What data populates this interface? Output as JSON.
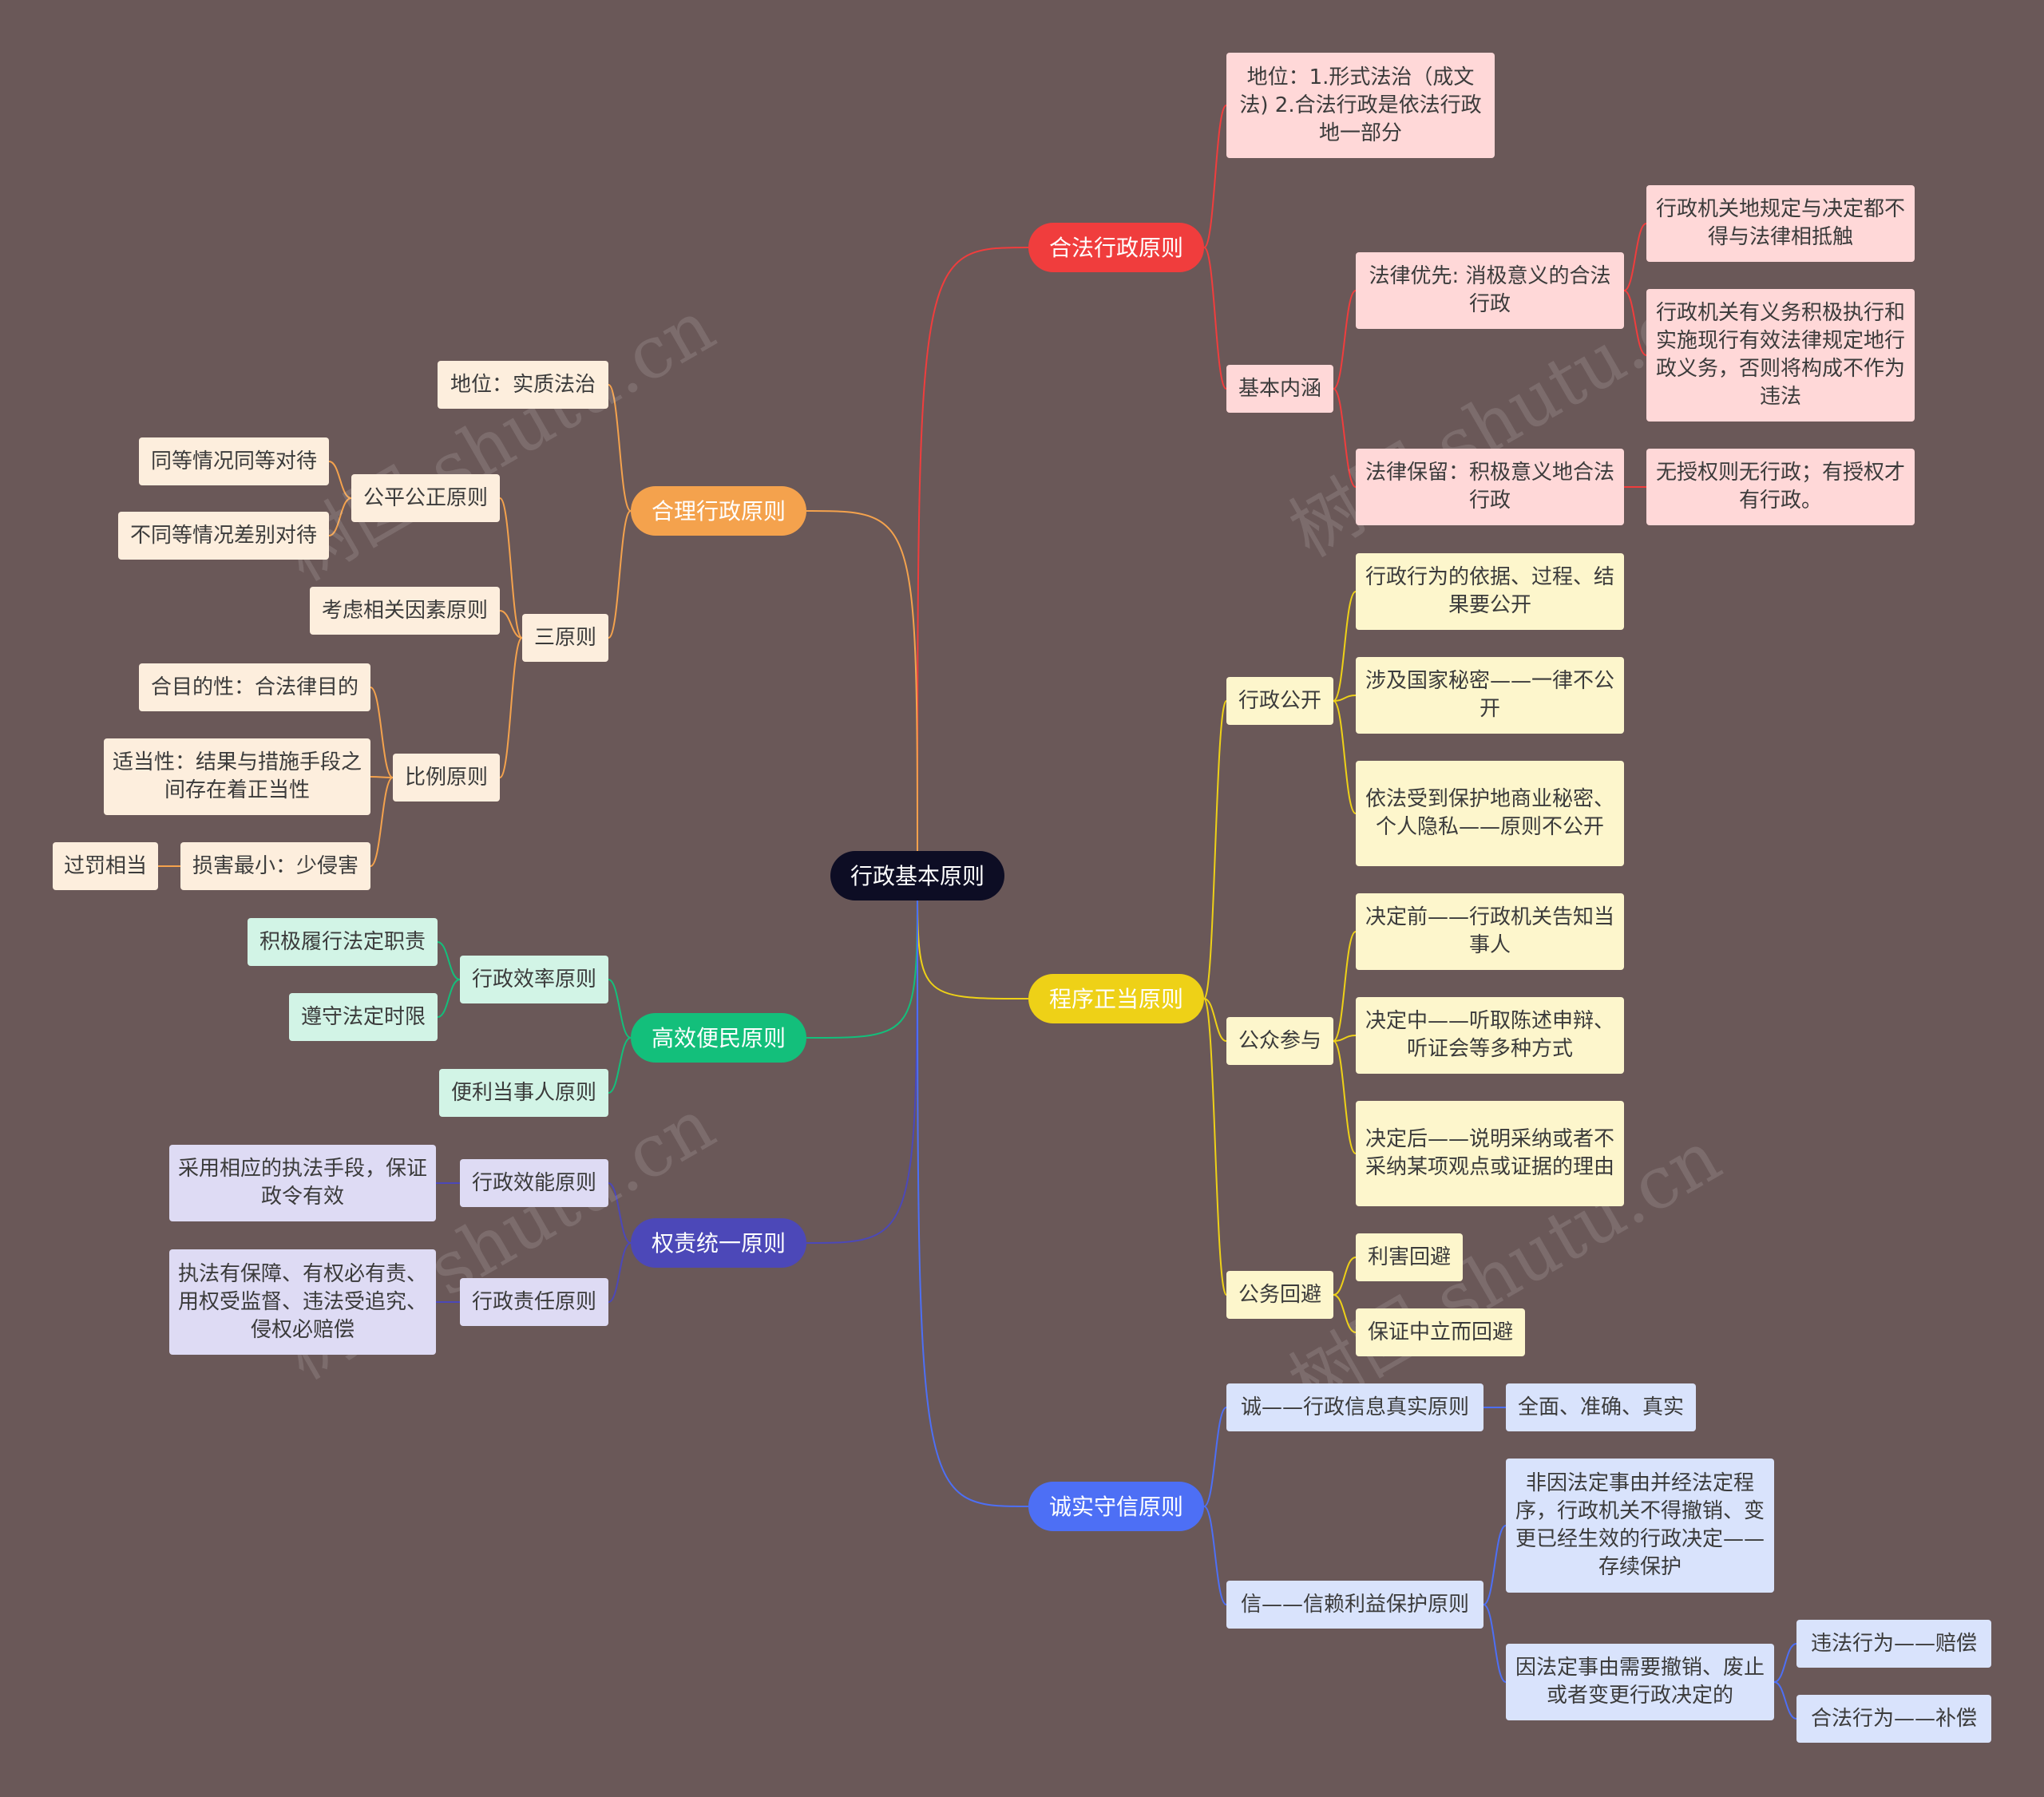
{
  "watermark": "树图 shutu.cn",
  "root": "行政基本原则",
  "branches": {
    "legal": {
      "title": "合法行政原则",
      "color": "#f03d3d",
      "status": "地位：1.形式法治（成文法) 2.合法行政是依法行政地一部分",
      "connotation": "基本内涵",
      "priority": "法律优先: 消极意义的合法行政",
      "priority_a": "行政机关地规定与决定都不得与法律相抵触",
      "priority_b": "行政机关有义务积极执行和实施现行有效法律规定地行政义务，否则将构成不作为违法",
      "reservation": "法律保留：积极意义地合法行政",
      "reservation_a": "无授权则无行政；有授权才有行政。"
    },
    "reasonable": {
      "title": "合理行政原则",
      "color": "#f4a24d",
      "status": "地位：实质法治",
      "three": "三原则",
      "fair": "公平公正原则",
      "fair_a": "同等情况同等对待",
      "fair_b": "不同等情况差别对待",
      "relevant": "考虑相关因素原则",
      "prop": "比例原则",
      "prop_a": "合目的性：合法律目的",
      "prop_b": "适当性：结果与措施手段之间存在着正当性",
      "prop_c": "损害最小：少侵害",
      "prop_c1": "过罚相当"
    },
    "efficient": {
      "title": "高效便民原则",
      "color": "#13bf7b",
      "eff": "行政效率原则",
      "eff_a": "积极履行法定职责",
      "eff_b": "遵守法定时限",
      "conv": "便利当事人原则"
    },
    "power": {
      "title": "权责统一原则",
      "color": "#4c48b8",
      "func": "行政效能原则",
      "func_a": "采用相应的执法手段，保证政令有效",
      "resp": "行政责任原则",
      "resp_a": "执法有保障、有权必有责、用权受监督、违法受追究、侵权必赔偿"
    },
    "procedure": {
      "title": "程序正当原则",
      "color": "#eed117",
      "open": "行政公开",
      "open_a": "行政行为的依据、过程、结果要公开",
      "open_b": "涉及国家秘密——一律不公开",
      "open_c": "依法受到保护地商业秘密、个人隐私——原则不公开",
      "part": "公众参与",
      "part_a": "决定前——行政机关告知当事人",
      "part_b": "决定中——听取陈述申辩、听证会等多种方式",
      "part_c": "决定后——说明采纳或者不采纳某项观点或证据的理由",
      "avoid": "公务回避",
      "avoid_a": "利害回避",
      "avoid_b": "保证中立而回避"
    },
    "honesty": {
      "title": "诚实守信原则",
      "color": "#4d6ff5",
      "cheng": "诚——行政信息真实原则",
      "cheng_a": "全面、准确、真实",
      "xin": "信——信赖利益保护原则",
      "xin_a": "非因法定事由并经法定程序，行政机关不得撤销、变更已经生效的行政决定——存续保护",
      "xin_b": "因法定事由需要撤销、废止或者变更行政决定的",
      "xin_b1": "违法行为——赔偿",
      "xin_b2": "合法行为——补偿"
    }
  }
}
